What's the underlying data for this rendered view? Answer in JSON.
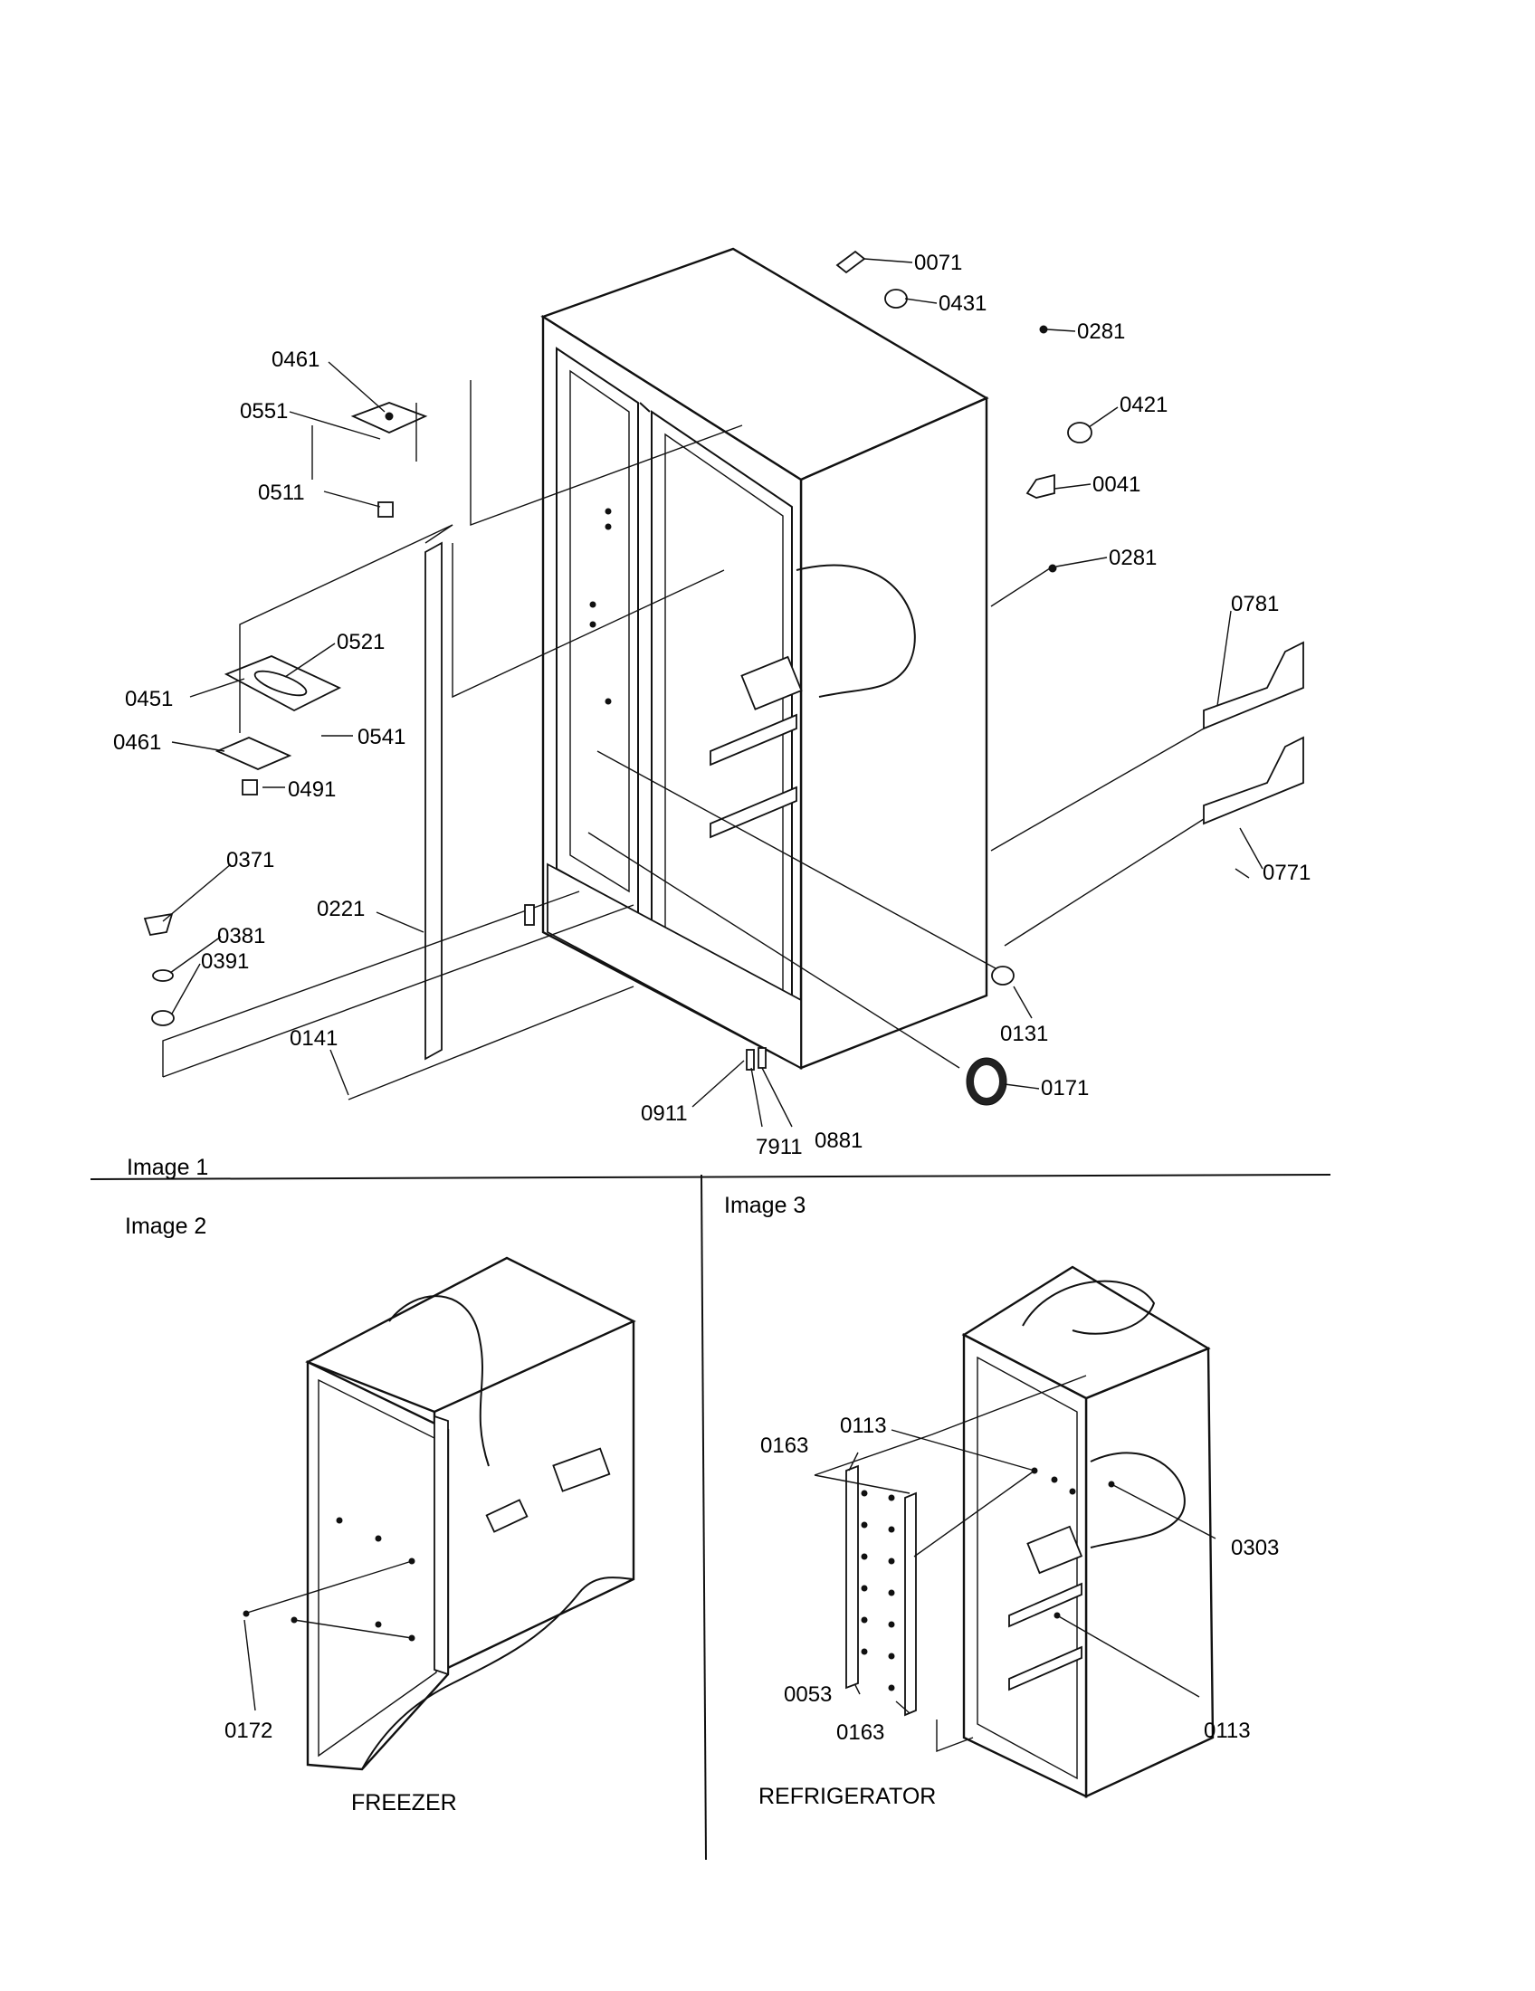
{
  "captions": {
    "image1": "Image 1",
    "image2": "Image 2",
    "image3": "Image 3",
    "freezer": "FREEZER",
    "refrigerator": "REFRIGERATOR"
  },
  "labels": {
    "p0071": "0071",
    "p0431": "0431",
    "p0281a": "0281",
    "p0421": "0421",
    "p0041": "0041",
    "p0281b": "0281",
    "p0781": "0781",
    "p0771": "0771",
    "p0461a": "0461",
    "p0551": "0551",
    "p0511": "0511",
    "p0521": "0521",
    "p0451": "0451",
    "p0541": "0541",
    "p0461b": "0461",
    "p0491": "0491",
    "p0371": "0371",
    "p0381": "0381",
    "p0391": "0391",
    "p0221": "0221",
    "p0141": "0141",
    "p0131": "0131",
    "p0171": "0171",
    "p0911": "0911",
    "p7911": "7911",
    "p0881": "0881",
    "p0172": "0172",
    "p0163a": "0163",
    "p0113a": "0113",
    "p0303": "0303",
    "p0053": "0053",
    "p0163b": "0163",
    "p0113b": "0113"
  }
}
